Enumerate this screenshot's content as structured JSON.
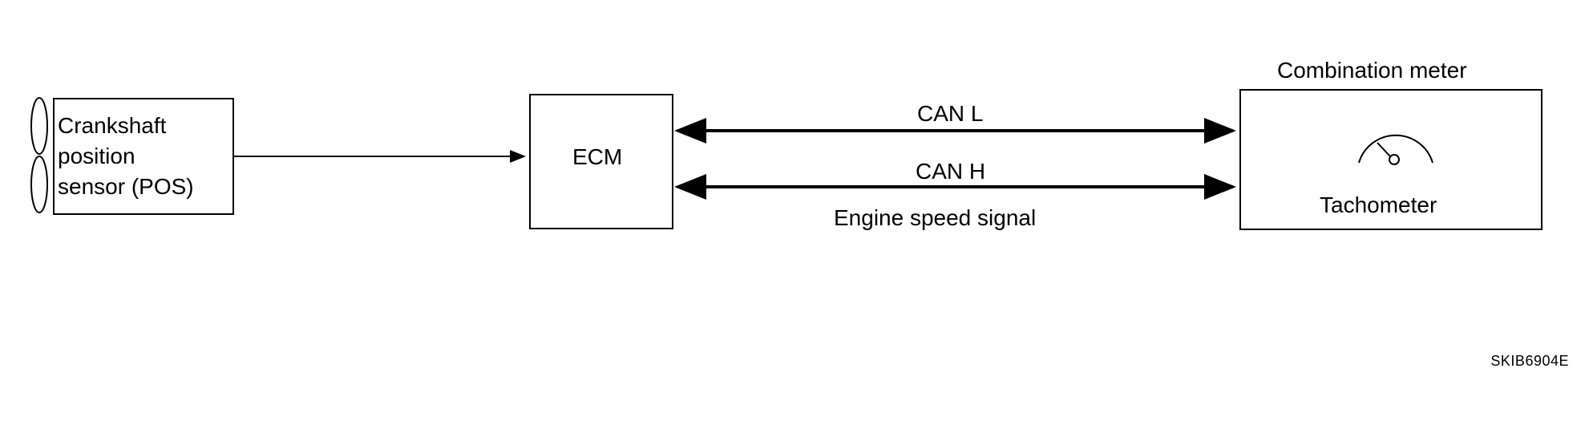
{
  "sensor": {
    "line1": "Crankshaft",
    "line2": "position",
    "line3": "sensor (POS)"
  },
  "ecm": {
    "label": "ECM"
  },
  "bus": {
    "can_l": "CAN L",
    "can_h": "CAN H",
    "signal": "Engine speed signal"
  },
  "meter": {
    "title": "Combination meter",
    "gauge_label": "Tachometer",
    "gauge_icon": "tachometer-gauge-icon"
  },
  "figure_code": "SKIB6904E"
}
